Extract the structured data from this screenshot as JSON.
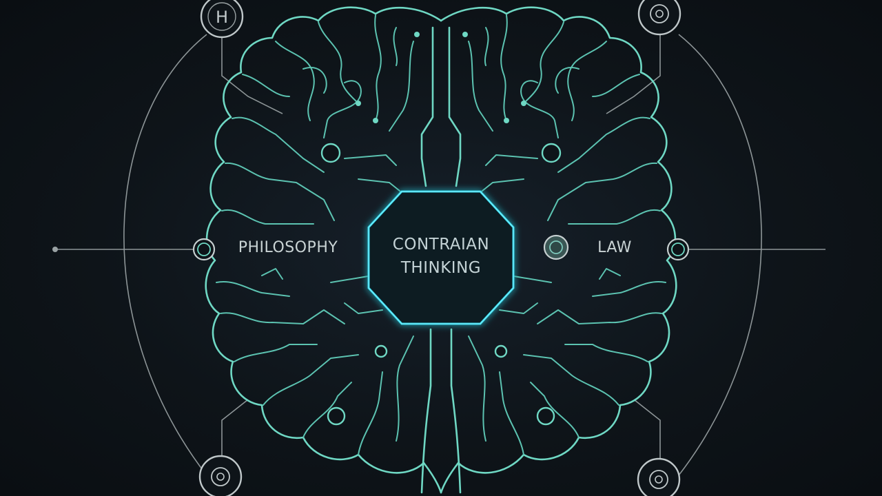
{
  "diagram": {
    "center": {
      "line1": "CONTRAIAN",
      "line2": "THINKING"
    },
    "left_label": "PHILOSOPHY",
    "right_label": "LAW",
    "corner_icons": {
      "top_left": {
        "icon": "h-letter-icon",
        "glyph": "H"
      },
      "top_right": {
        "icon": "target-icon"
      },
      "bottom_left": {
        "icon": "target-icon"
      },
      "bottom_right": {
        "icon": "target-icon"
      }
    },
    "colors": {
      "background": "#0e1419",
      "brain_stroke": "#6fd8c4",
      "center_glow": "#2fd6e8",
      "outline": "#b9c2c4"
    }
  }
}
